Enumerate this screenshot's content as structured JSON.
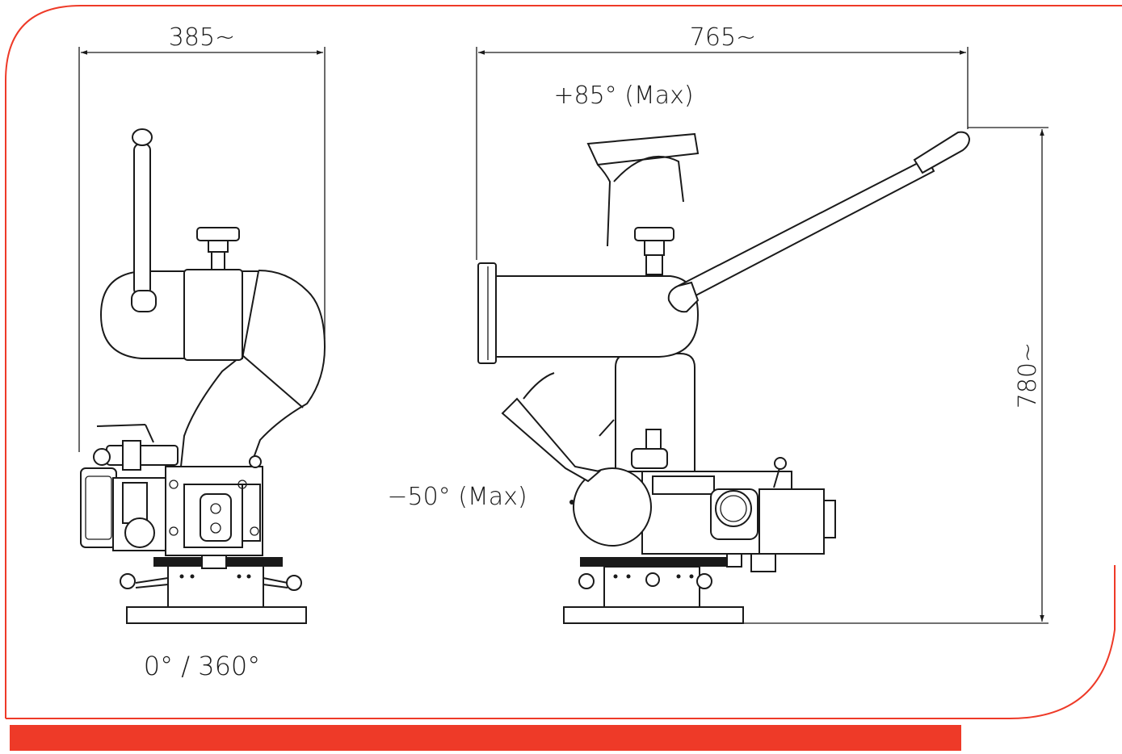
{
  "colors": {
    "accent": "#ee3a28",
    "line": "#1a1a1a",
    "background": "#ffffff"
  },
  "labels": {
    "front_width": "385~",
    "side_width": "765~",
    "height": "780~",
    "elevation_up": "+85° (Max)",
    "elevation_down": "−50° (Max)",
    "rotation": "0° / 360°"
  }
}
